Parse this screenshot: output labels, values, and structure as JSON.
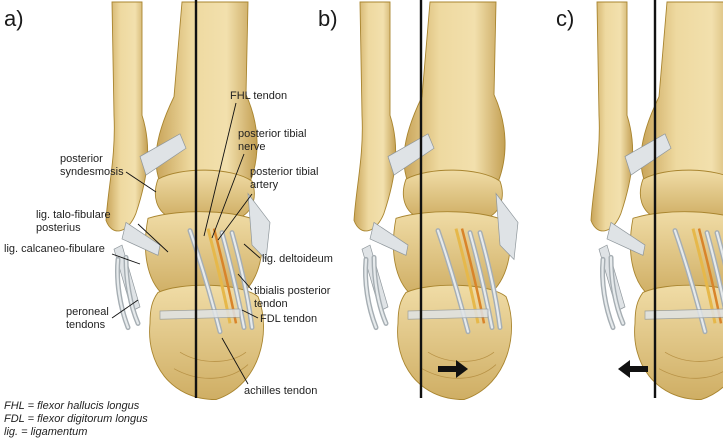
{
  "panels": [
    {
      "letter": "a)"
    },
    {
      "letter": "b)"
    },
    {
      "letter": "c)"
    }
  ],
  "callouts": {
    "fhl_tendon": "FHL tendon",
    "posterior_tibial_nerve_1": "posterior tibial",
    "posterior_tibial_nerve_2": "nerve",
    "posterior_tibial_artery_1": "posterior tibial",
    "posterior_tibial_artery_2": "artery",
    "posterior_syndesmosis_1": "posterior",
    "posterior_syndesmosis_2": "syndesmosis",
    "lig_talo_fibulare_1": "lig. talo-fibulare",
    "lig_talo_fibulare_2": "posterius",
    "lig_calcaneo_fibulare": "lig. calcaneo-fibulare",
    "lig_deltoideum": "lig. deltoideum",
    "tibialis_posterior_1": "tibialis posterior",
    "tibialis_posterior_2": "tendon",
    "peroneal_tendons_1": "peroneal",
    "peroneal_tendons_2": "tendons",
    "fdl_tendon": "FDL tendon",
    "achilles_tendon": "achilles tendon"
  },
  "legend": [
    "FHL = flexor hallucis longus",
    "FDL = flexor digitorum longus",
    "lig. = ligamentum"
  ],
  "arrows": {
    "panel_b": "right",
    "panel_c": "left"
  },
  "colors": {
    "bone": "#e8cf8c",
    "bone_shadow": "#c9a55a",
    "ligament": "#dfe3e6",
    "tendon": "#a6aeb3",
    "artery": "#d9842a",
    "nerve": "#e6b84a"
  }
}
